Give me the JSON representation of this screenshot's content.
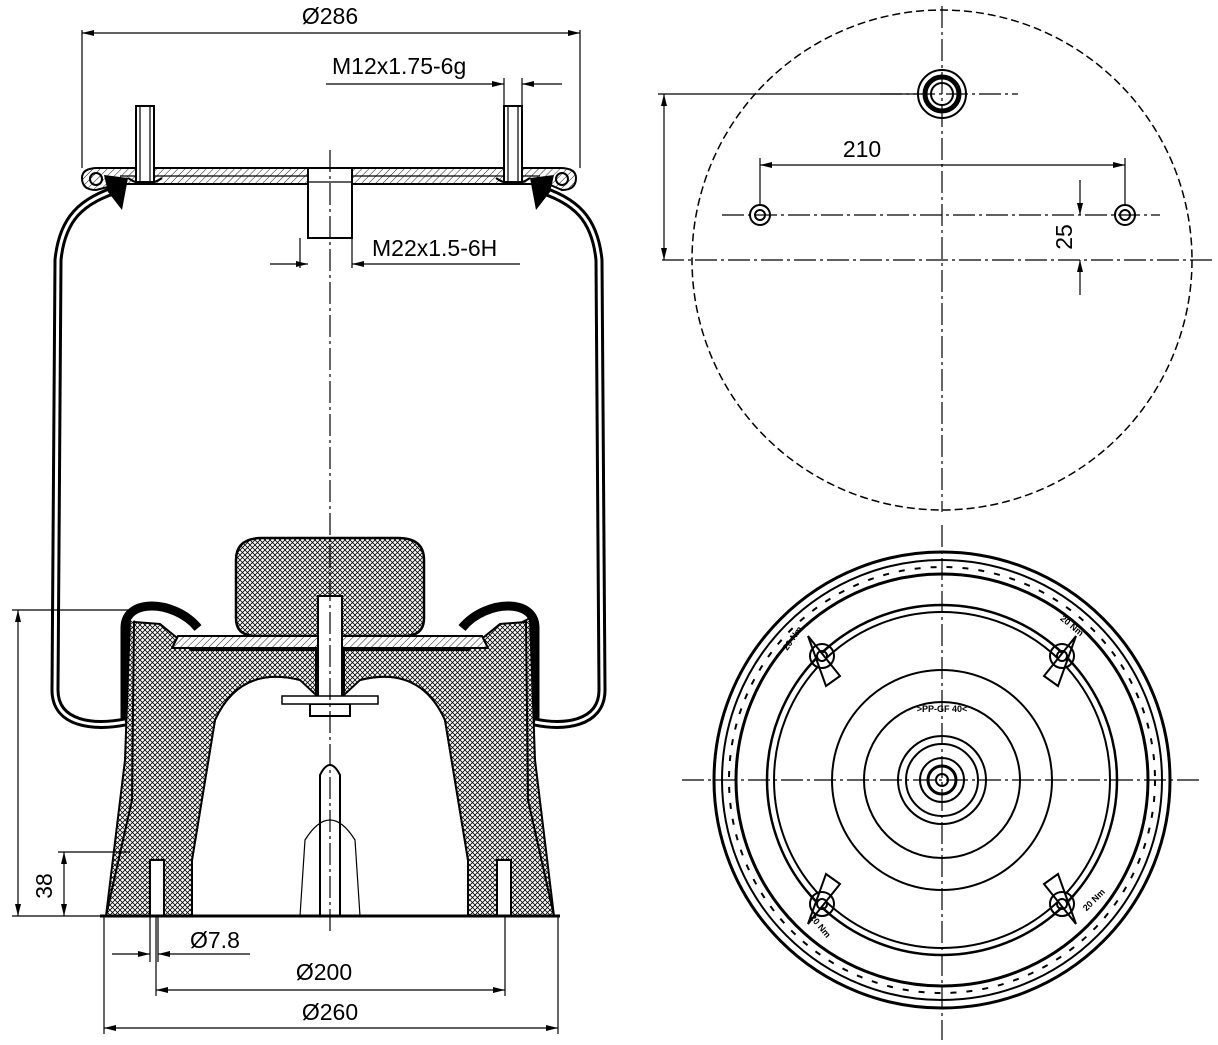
{
  "side_view": {
    "dims": {
      "top_diameter": "Ø286",
      "stud_thread": "M12x1.75-6g",
      "center_thread": "M22x1.5-6H",
      "height_38": "38",
      "hole_diameter": "Ø7.8",
      "bolt_circle": "Ø200",
      "base_diameter": "Ø260"
    }
  },
  "top_view": {
    "dims": {
      "stud_spacing": "210",
      "stud_offset": "25"
    }
  },
  "bottom_view": {
    "markings": {
      "torque_1": "20 Nm",
      "torque_2": "20 Nm",
      "torque_3": "20 Nm",
      "torque_4": "20 Nm",
      "material": ">PP-GF 40<"
    }
  }
}
